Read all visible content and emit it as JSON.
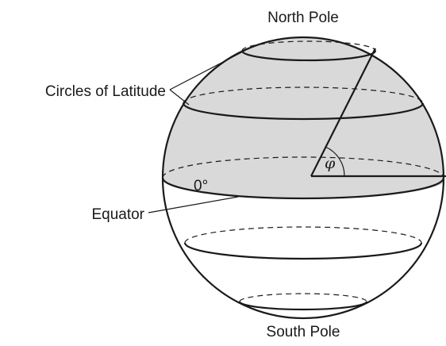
{
  "labels": {
    "north_pole": "North Pole",
    "south_pole": "South Pole",
    "circles_of_latitude": "Circles of Latitude",
    "equator": "Equator",
    "zero_degree": "0°",
    "phi": "φ"
  },
  "colors": {
    "shade": "#d9d9d9",
    "stroke": "#1a1a1a",
    "background": "#ffffff"
  }
}
